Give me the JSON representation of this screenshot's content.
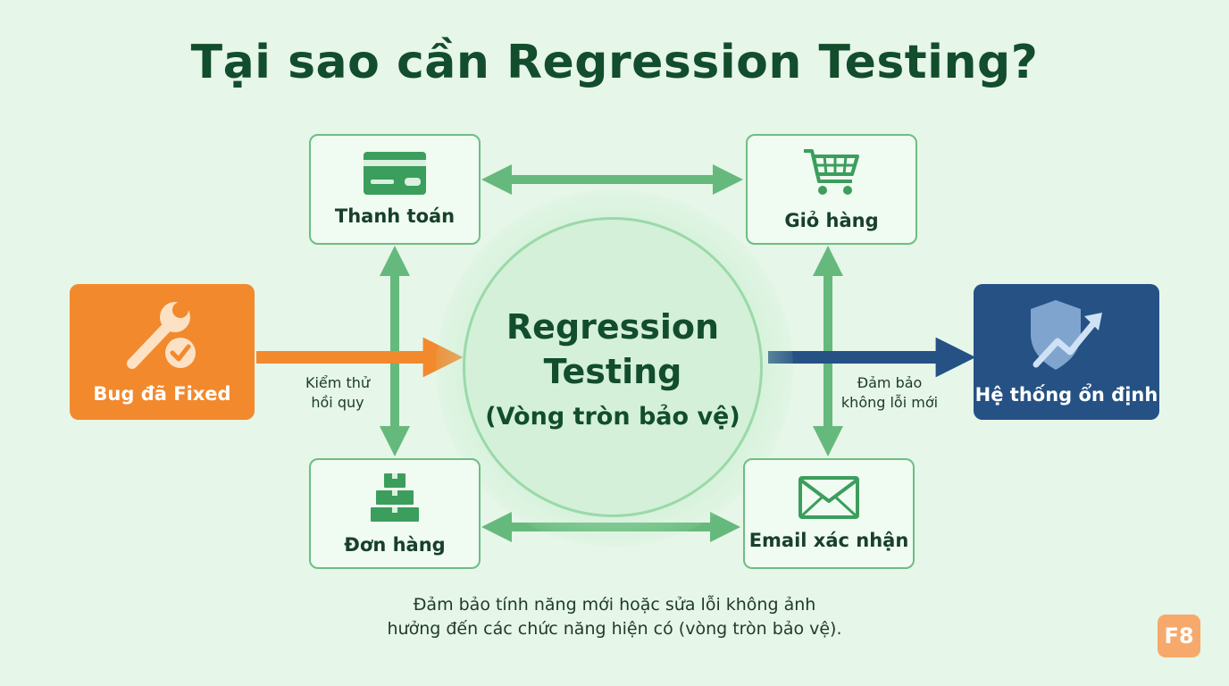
{
  "title": "Tại sao cần Regression Testing?",
  "core": {
    "line1": "Regression",
    "line2": "Testing",
    "subtitle": "(Vòng tròn bảo vệ)"
  },
  "modules": {
    "payment": {
      "label": "Thanh toán",
      "icon": "credit-card-icon"
    },
    "cart": {
      "label": "Giỏ hàng",
      "icon": "shopping-cart-icon"
    },
    "orders": {
      "label": "Đơn hàng",
      "icon": "boxes-icon"
    },
    "email": {
      "label": "Email xác nhận",
      "icon": "envelope-icon"
    }
  },
  "input": {
    "label": "Bug đã Fixed",
    "icon": "wrench-check-icon"
  },
  "output": {
    "label": "Hệ thống ổn định",
    "icon": "shield-growth-icon"
  },
  "notes": {
    "left_line1": "Kiểm thử",
    "left_line2": "hồi quy",
    "right_line1": "Đảm bảo",
    "right_line2": "không lỗi mới"
  },
  "footer": {
    "line1": "Đảm bảo tính năng mới hoặc sửa lỗi không ảnh",
    "line2": "hưởng đến các chức năng hiện có (vòng tròn bảo vệ)."
  },
  "logo": "F8",
  "colors": {
    "background": "#e6f6e8",
    "module_border": "#6dbd84",
    "connector": "#66b97c",
    "input_box": "#f2892d",
    "output_box": "#255184",
    "title_text": "#124d2d"
  }
}
